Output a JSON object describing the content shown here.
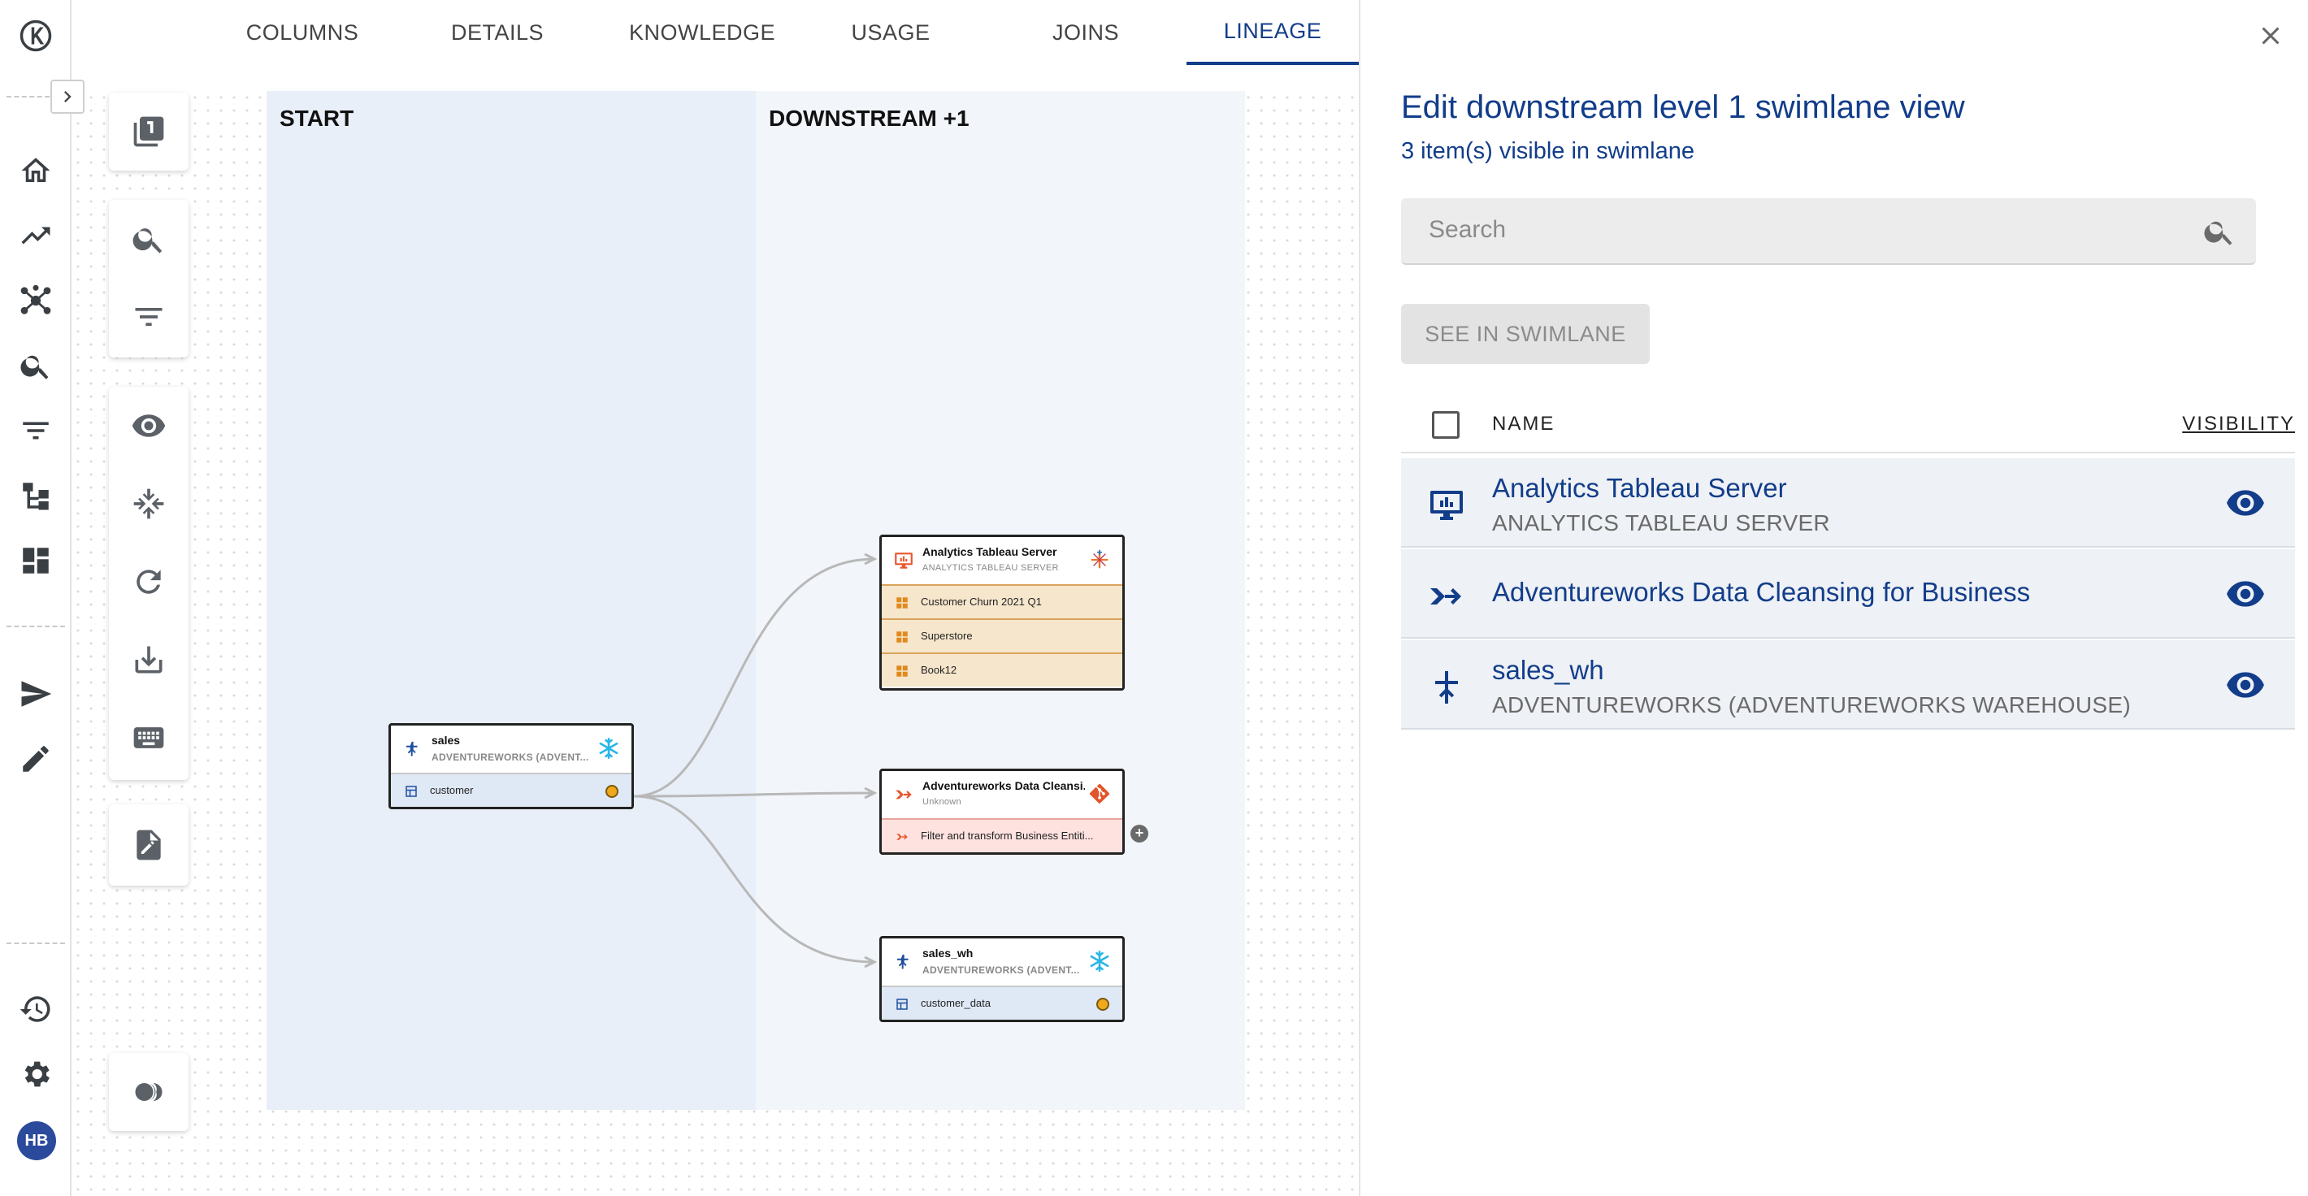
{
  "tabs": [
    {
      "label": "COLUMNS"
    },
    {
      "label": "DETAILS"
    },
    {
      "label": "KNOWLEDGE"
    },
    {
      "label": "USAGE"
    },
    {
      "label": "JOINS"
    },
    {
      "label": "LINEAGE",
      "active": true
    }
  ],
  "rail": {
    "items": [
      "logo-icon",
      "home-icon",
      "trending-icon",
      "graph-icon",
      "search-icon",
      "filter-icon",
      "hierarchy-icon",
      "dashboard-icon",
      "send-icon",
      "edit-icon",
      "history-icon",
      "settings-icon"
    ],
    "avatar_initials": "HB"
  },
  "canvas": {
    "lanes": {
      "start": "START",
      "downstream": "DOWNSTREAM +1"
    },
    "toolbar": [
      "layers-icon",
      "search-icon",
      "filter-icon",
      "eye-icon",
      "collapse-icon",
      "refresh-icon",
      "download-icon",
      "keyboard-icon",
      "note-icon",
      "toggle-icon"
    ],
    "toolbar_badge": "1",
    "nodes": {
      "sales": {
        "title": "sales",
        "subtitle": "ADVENTUREWORKS (ADVENT...",
        "rows": [
          "customer"
        ]
      },
      "tableau": {
        "title": "Analytics Tableau Server",
        "subtitle": "ANALYTICS TABLEAU SERVER",
        "rows": [
          "Customer Churn 2021 Q1",
          "Superstore",
          "Book12"
        ]
      },
      "cleansing": {
        "title": "Adventureworks Data Cleansi...",
        "subtitle": "Unknown",
        "rows": [
          "Filter and transform Business Entiti..."
        ]
      },
      "sales_wh": {
        "title": "sales_wh",
        "subtitle": "ADVENTUREWORKS (ADVENT...",
        "rows": [
          "customer_data"
        ]
      }
    },
    "colors": {
      "accent": "#123d8a",
      "snowflake": "#29b5e8",
      "tableau": "#e8762d",
      "orange_dot": "#f0a81c"
    }
  },
  "panel": {
    "title": "Edit downstream level 1 swimlane view",
    "subtitle": "3 item(s) visible in swimlane",
    "search_placeholder": "Search",
    "see_button": "SEE IN SWIMLANE",
    "col_name": "NAME",
    "col_visibility": "VISIBILITY",
    "items": [
      {
        "name": "Analytics Tableau Server",
        "sub": "ANALYTICS TABLEAU SERVER",
        "icon": "monitor-icon"
      },
      {
        "name": "Adventureworks Data Cleansing for Business",
        "sub": "",
        "icon": "merge-arrow-icon"
      },
      {
        "name": "sales_wh",
        "sub": "ADVENTUREWORKS (ADVENTUREWORKS WAREHOUSE)",
        "icon": "schema-icon"
      }
    ]
  }
}
